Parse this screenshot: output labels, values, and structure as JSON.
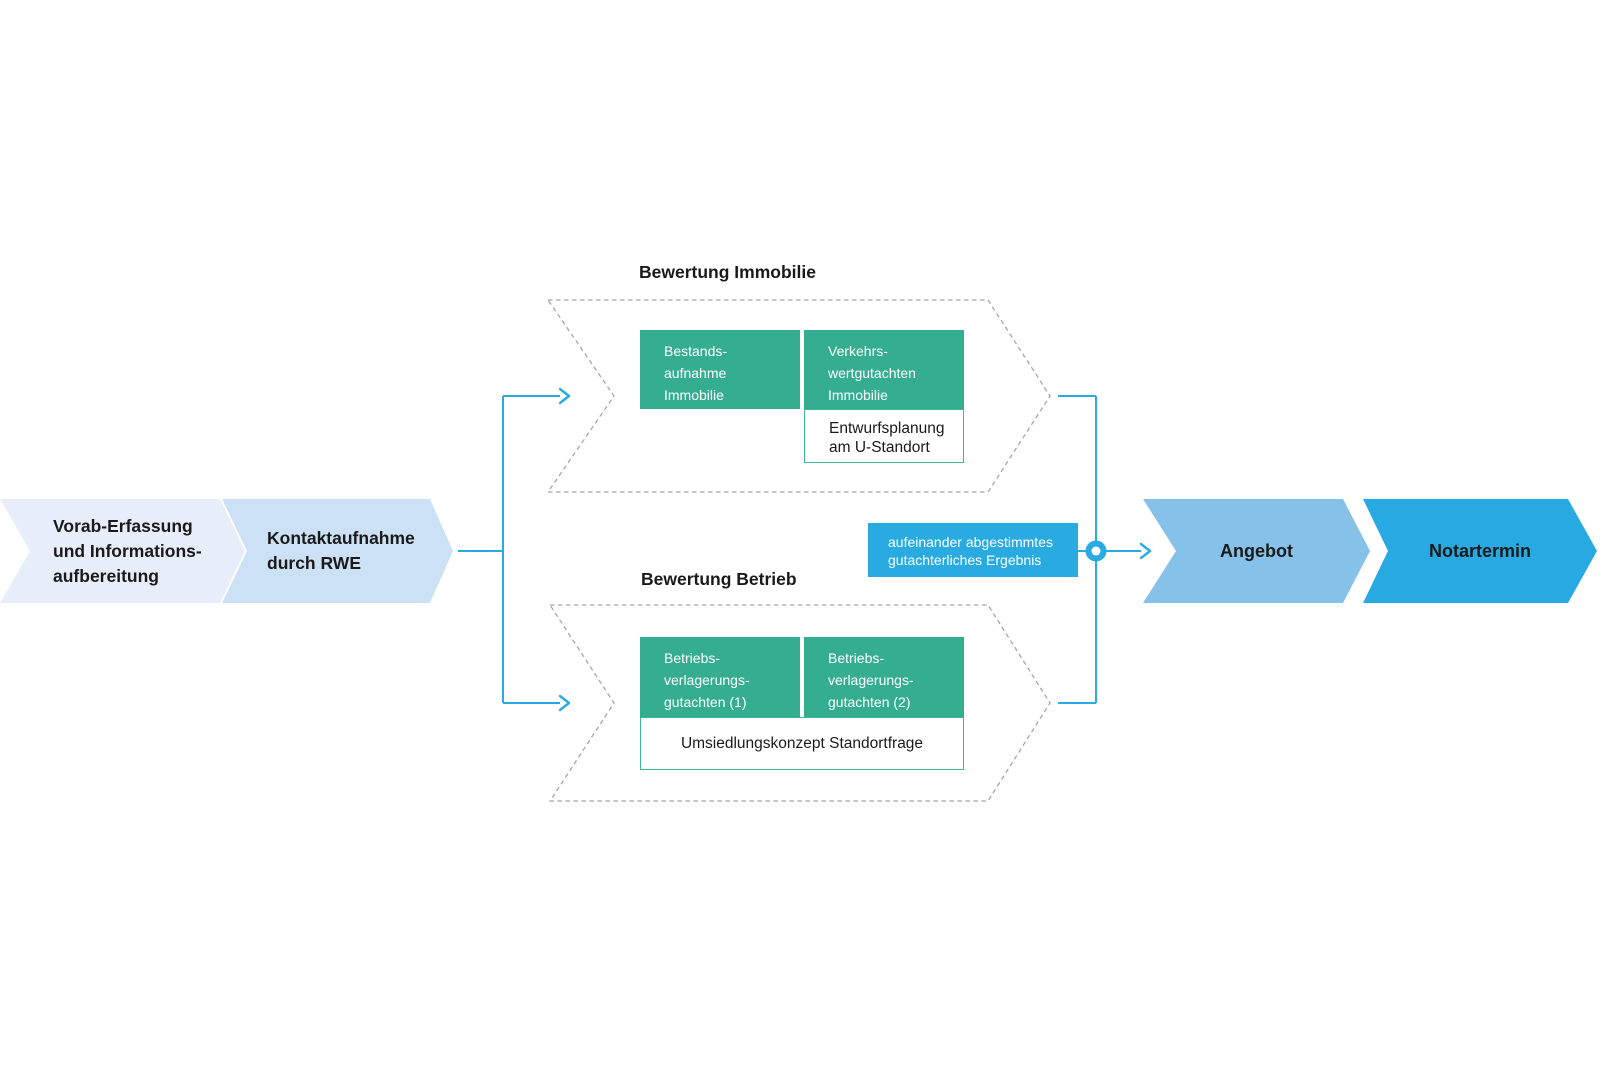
{
  "process": {
    "steps": [
      {
        "lines": [
          "Vorab-Erfassung",
          "und Informations-",
          "aufbereitung"
        ]
      },
      {
        "lines": [
          "Kontaktaufnahme",
          "durch RWE"
        ]
      }
    ],
    "angebot_label": "Angebot",
    "notartermin_label": "Notartermin"
  },
  "immobilie": {
    "title": "Bewertung Immobilie",
    "boxes": [
      [
        "Bestands-",
        "aufnahme",
        "Immobilie"
      ],
      [
        "Verkehrs-",
        "wertgutachten",
        "Immobilie"
      ]
    ],
    "sub_lines": [
      "Entwurfsplanung",
      "am U-Standort"
    ]
  },
  "betrieb": {
    "title": "Bewertung Betrieb",
    "boxes": [
      [
        "Betriebs-",
        "verlagerungs-",
        "gutachten (1)"
      ],
      [
        "Betriebs-",
        "verlagerungs-",
        "gutachten (2)"
      ]
    ],
    "sub_label": "Umsiedlungskonzept Standortfrage"
  },
  "result": {
    "lines": [
      "aufeinander abgestimmtes",
      "gutachterliches Ergebnis"
    ]
  },
  "colors": {
    "step1_fill": "#e7eefa",
    "step2_fill": "#cde1f6",
    "angebot_fill": "#85c1e9",
    "notartermin_fill": "#29a9e1",
    "assessment_green": "#35ad90",
    "result_blue": "#29abe2",
    "connector_blue": "#29abe2",
    "dashed_gray": "#a6a6a6",
    "subbox_border_green": "#3db79c",
    "text_dark": "#1a1a1a"
  }
}
